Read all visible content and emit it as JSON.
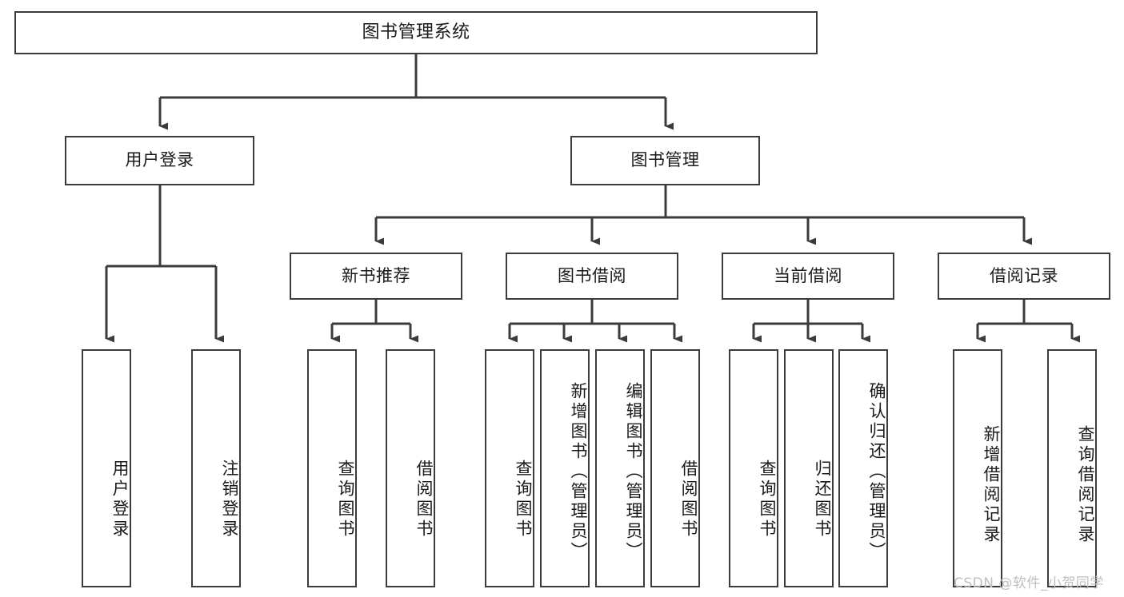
{
  "diagram": {
    "title": "图书管理系统",
    "type": "tree",
    "watermark": "CSDN @软件_小贺同学",
    "colors": {
      "box_border": "#3b3b3b",
      "box_fill": "#ffffff",
      "connector": "#3b3b3b",
      "text": "#1a1a1a",
      "watermark": "#bfbfbf"
    },
    "nodes": {
      "root": {
        "label": "图书管理系统",
        "level": 1,
        "orientation": "horizontal"
      },
      "user_login": {
        "label": "用户登录",
        "level": 2,
        "orientation": "horizontal"
      },
      "book_manage": {
        "label": "图书管理",
        "level": 2,
        "orientation": "horizontal"
      },
      "new_book_rec": {
        "label": "新书推荐",
        "level": 3,
        "orientation": "horizontal"
      },
      "book_borrow": {
        "label": "图书借阅",
        "level": 3,
        "orientation": "horizontal"
      },
      "current_borrow": {
        "label": "当前借阅",
        "level": 3,
        "orientation": "horizontal"
      },
      "borrow_record": {
        "label": "借阅记录",
        "level": 3,
        "orientation": "horizontal"
      },
      "leaf_user_login": {
        "label": "用户登录",
        "level": 4,
        "orientation": "vertical"
      },
      "leaf_logout": {
        "label": "注销登录",
        "level": 4,
        "orientation": "vertical"
      },
      "leaf_query_book_1": {
        "label": "查询图书",
        "level": 4,
        "orientation": "vertical"
      },
      "leaf_borrow_book_1": {
        "label": "借阅图书",
        "level": 4,
        "orientation": "vertical"
      },
      "leaf_query_book_2": {
        "label": "查询图书",
        "level": 4,
        "orientation": "vertical"
      },
      "leaf_add_book": {
        "label": "新增图书（管理员）",
        "level": 4,
        "orientation": "vertical"
      },
      "leaf_edit_book": {
        "label": "编辑图书（管理员）",
        "level": 4,
        "orientation": "vertical"
      },
      "leaf_borrow_book_2": {
        "label": "借阅图书",
        "level": 4,
        "orientation": "vertical"
      },
      "leaf_query_book_3": {
        "label": "查询图书",
        "level": 4,
        "orientation": "vertical"
      },
      "leaf_return_book": {
        "label": "归还图书",
        "level": 4,
        "orientation": "vertical"
      },
      "leaf_confirm_return": {
        "label": "确认归还（管理员）",
        "level": 4,
        "orientation": "vertical"
      },
      "leaf_add_record": {
        "label": "新增借阅记录",
        "level": 4,
        "orientation": "vertical"
      },
      "leaf_query_record": {
        "label": "查询借阅记录",
        "level": 4,
        "orientation": "vertical"
      }
    },
    "edges": [
      {
        "from": "root",
        "to": "user_login"
      },
      {
        "from": "root",
        "to": "book_manage"
      },
      {
        "from": "book_manage",
        "to": "new_book_rec"
      },
      {
        "from": "book_manage",
        "to": "book_borrow"
      },
      {
        "from": "book_manage",
        "to": "current_borrow"
      },
      {
        "from": "book_manage",
        "to": "borrow_record"
      },
      {
        "from": "user_login",
        "to": "leaf_user_login"
      },
      {
        "from": "user_login",
        "to": "leaf_logout"
      },
      {
        "from": "new_book_rec",
        "to": "leaf_query_book_1"
      },
      {
        "from": "new_book_rec",
        "to": "leaf_borrow_book_1"
      },
      {
        "from": "book_borrow",
        "to": "leaf_query_book_2"
      },
      {
        "from": "book_borrow",
        "to": "leaf_add_book"
      },
      {
        "from": "book_borrow",
        "to": "leaf_edit_book"
      },
      {
        "from": "book_borrow",
        "to": "leaf_borrow_book_2"
      },
      {
        "from": "current_borrow",
        "to": "leaf_query_book_3"
      },
      {
        "from": "current_borrow",
        "to": "leaf_return_book"
      },
      {
        "from": "current_borrow",
        "to": "leaf_confirm_return"
      },
      {
        "from": "borrow_record",
        "to": "leaf_add_record"
      },
      {
        "from": "borrow_record",
        "to": "leaf_query_record"
      }
    ]
  }
}
